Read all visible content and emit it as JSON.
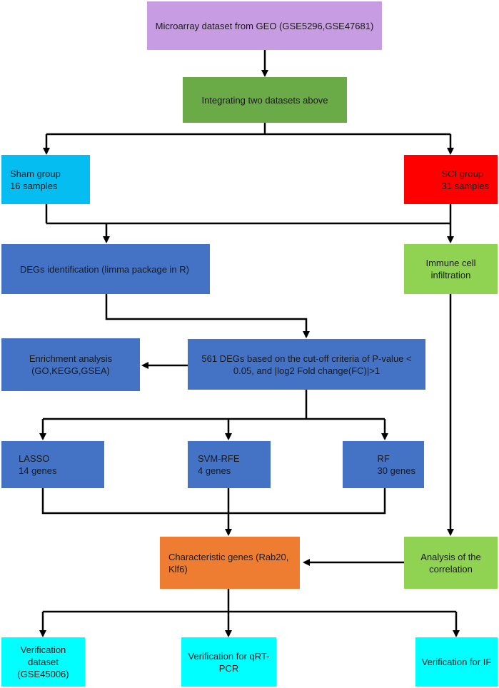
{
  "nodes": {
    "geo": "Microarray dataset from GEO (GSE5296,GSE47681)",
    "integrate": "Integrating two datasets above",
    "sham": "Sham group\n16 samples",
    "sci": "SCI group\n31 samples",
    "degs_id": "DEGs identification (limma package in R)",
    "immune": "Immune cell\ninfiltration",
    "enrichment": "Enrichment analysis\n(GO,KEGG,GSEA)",
    "degs561": "561 DEGs based on the cut-off criteria of P-value <\n0.05, and |log2 Fold change(FC)|>1",
    "lasso": "LASSO\n14 genes",
    "svm": "SVM-RFE\n4 genes",
    "rf": "RF\n30 genes",
    "characteristic": "Characteristic genes (Rab20,\nKlf6)",
    "correlation": "Analysis of the\ncorrelation",
    "verif_dataset": "Verification\ndataset\n(GSE45006)",
    "verif_qrt": "Verification for qRT-\nPCR",
    "verif_if": "Verification for IF"
  },
  "colors": {
    "purple": "#c89ce3",
    "green": "#6aab47",
    "light_green": "#90d352",
    "sky_blue": "#05bdf0",
    "red": "#fe0000",
    "blue": "#4472c4",
    "orange": "#ee7d31",
    "cyan": "#00ffff",
    "line": "#000000"
  }
}
